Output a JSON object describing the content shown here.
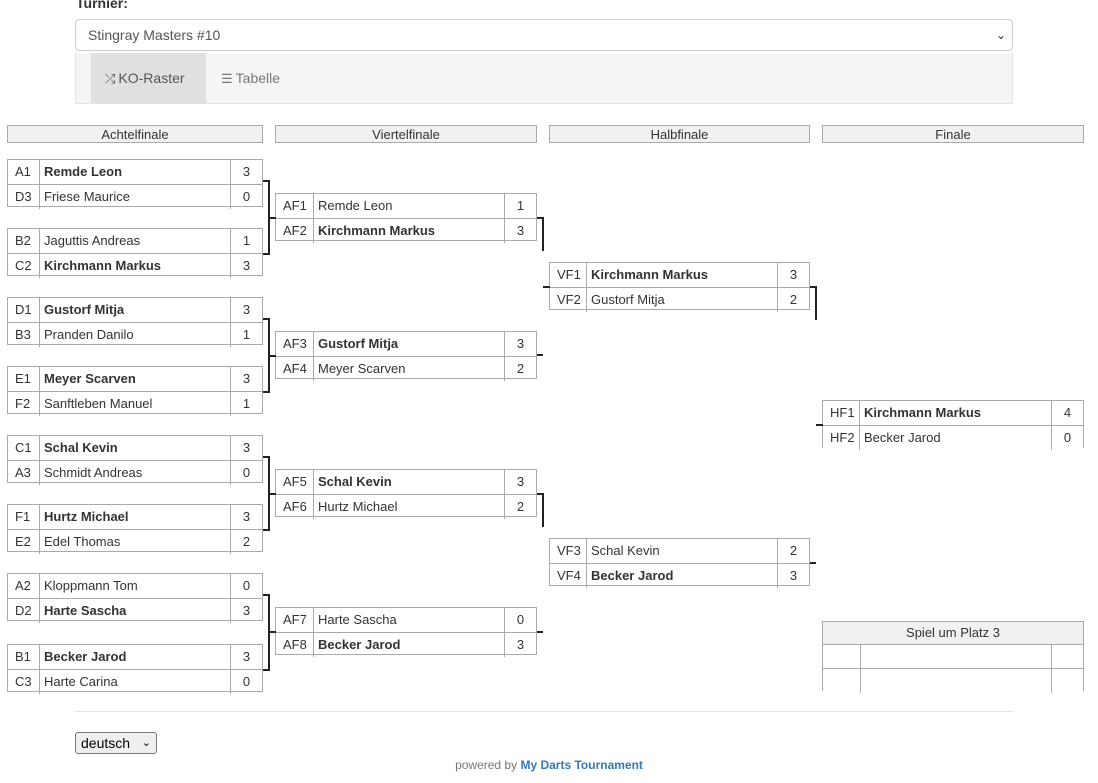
{
  "turnier_label": "Turnier:",
  "tournament_select": {
    "value": "Stingray Masters #10"
  },
  "tabs": [
    {
      "label": "KO-Raster",
      "icon": "shuffle-icon",
      "active": true
    },
    {
      "label": "Tabelle",
      "icon": "list-icon",
      "active": false
    }
  ],
  "rounds": [
    "Achtelfinale",
    "Viertelfinale",
    "Halbfinale",
    "Finale"
  ],
  "matches": {
    "r16": [
      [
        {
          "code": "A1",
          "name": "Remde Leon",
          "score": "3",
          "win": true
        },
        {
          "code": "D3",
          "name": "Friese Maurice",
          "score": "0",
          "win": false
        }
      ],
      [
        {
          "code": "B2",
          "name": "Jaguttis Andreas",
          "score": "1",
          "win": false
        },
        {
          "code": "C2",
          "name": "Kirchmann Markus",
          "score": "3",
          "win": true
        }
      ],
      [
        {
          "code": "D1",
          "name": "Gustorf Mitja",
          "score": "3",
          "win": true
        },
        {
          "code": "B3",
          "name": "Pranden Danilo",
          "score": "1",
          "win": false
        }
      ],
      [
        {
          "code": "E1",
          "name": "Meyer Scarven",
          "score": "3",
          "win": true
        },
        {
          "code": "F2",
          "name": "Sanftleben Manuel",
          "score": "1",
          "win": false
        }
      ],
      [
        {
          "code": "C1",
          "name": "Schal Kevin",
          "score": "3",
          "win": true
        },
        {
          "code": "A3",
          "name": "Schmidt Andreas",
          "score": "0",
          "win": false
        }
      ],
      [
        {
          "code": "F1",
          "name": "Hurtz Michael",
          "score": "3",
          "win": true
        },
        {
          "code": "E2",
          "name": "Edel Thomas",
          "score": "2",
          "win": false
        }
      ],
      [
        {
          "code": "A2",
          "name": "Kloppmann Tom",
          "score": "0",
          "win": false
        },
        {
          "code": "D2",
          "name": "Harte Sascha",
          "score": "3",
          "win": true
        }
      ],
      [
        {
          "code": "B1",
          "name": "Becker Jarod",
          "score": "3",
          "win": true
        },
        {
          "code": "C3",
          "name": "Harte Carina",
          "score": "0",
          "win": false
        }
      ]
    ],
    "qf": [
      [
        {
          "code": "AF1",
          "name": "Remde Leon",
          "score": "1",
          "win": false
        },
        {
          "code": "AF2",
          "name": "Kirchmann Markus",
          "score": "3",
          "win": true
        }
      ],
      [
        {
          "code": "AF3",
          "name": "Gustorf Mitja",
          "score": "3",
          "win": true
        },
        {
          "code": "AF4",
          "name": "Meyer Scarven",
          "score": "2",
          "win": false
        }
      ],
      [
        {
          "code": "AF5",
          "name": "Schal Kevin",
          "score": "3",
          "win": true
        },
        {
          "code": "AF6",
          "name": "Hurtz Michael",
          "score": "2",
          "win": false
        }
      ],
      [
        {
          "code": "AF7",
          "name": "Harte Sascha",
          "score": "0",
          "win": false
        },
        {
          "code": "AF8",
          "name": "Becker Jarod",
          "score": "3",
          "win": true
        }
      ]
    ],
    "sf": [
      [
        {
          "code": "VF1",
          "name": "Kirchmann Markus",
          "score": "3",
          "win": true
        },
        {
          "code": "VF2",
          "name": "Gustorf Mitja",
          "score": "2",
          "win": false
        }
      ],
      [
        {
          "code": "VF3",
          "name": "Schal Kevin",
          "score": "2",
          "win": false
        },
        {
          "code": "VF4",
          "name": "Becker Jarod",
          "score": "3",
          "win": true
        }
      ]
    ],
    "final": [
      [
        {
          "code": "HF1",
          "name": "Kirchmann Markus",
          "score": "4",
          "win": true
        },
        {
          "code": "HF2",
          "name": "Becker Jarod",
          "score": "0",
          "win": false
        }
      ]
    ]
  },
  "third_place": {
    "title": "Spiel um Platz 3"
  },
  "language_select": {
    "value": "deutsch"
  },
  "footer": {
    "powered_prefix": "powered by",
    "powered_link": "My Darts Tournament"
  },
  "colors": {
    "link": "#337ab7",
    "border": "#aaaaaa",
    "header_bg": "#f1f1f1"
  }
}
